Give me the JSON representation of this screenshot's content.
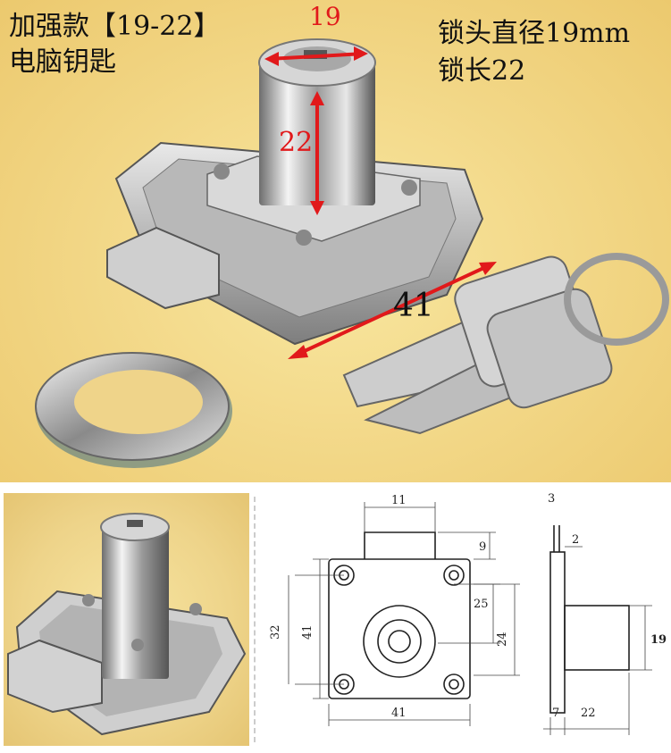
{
  "header": {
    "title": "加强款【19-22】",
    "subtitle": "电脑钥匙",
    "spec_diameter": "锁头直径19mm",
    "spec_length": "锁长22"
  },
  "photo_dimensions": {
    "diameter": "19",
    "length": "22",
    "key_length": "41"
  },
  "drawing": {
    "front": {
      "top_width": "11",
      "top_height": "9",
      "hole_spacing_v": "25",
      "inner_height": "32",
      "outer_height": "41",
      "center_to_bottom": "24",
      "width": "41"
    },
    "side": {
      "top": "3",
      "plate": "2",
      "cylinder_height": "19",
      "plate_width": "7",
      "cylinder_length": "22"
    }
  },
  "colors": {
    "background_top": "#f3d98a",
    "dimension_red": "#e1191b"
  }
}
